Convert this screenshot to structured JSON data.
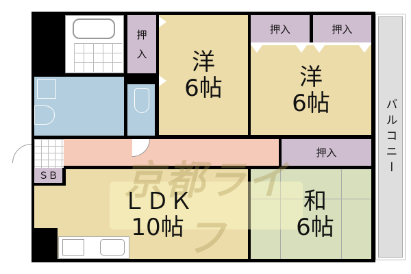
{
  "rooms": {
    "western_room_1": {
      "type": "洋",
      "size": "6帖"
    },
    "western_room_2": {
      "type": "洋",
      "size": "6帖"
    },
    "ldk": {
      "type": "ＬＤＫ",
      "size": "10帖"
    },
    "japanese_room": {
      "type": "和",
      "size": "6帖"
    },
    "closet_label": "押入",
    "closet_vertical_label": "押\n入",
    "shoe_box": "ＳＢ",
    "balcony": "バルコニー"
  },
  "watermark": "京都ライフ",
  "colors": {
    "western": "#ecdcaa",
    "closet": "#cfbdd0",
    "wet_area": "#b3cede",
    "hallway": "#f6cab9",
    "japanese": "#d8dfbc",
    "balcony": "#dedede",
    "wall": "#000000"
  }
}
